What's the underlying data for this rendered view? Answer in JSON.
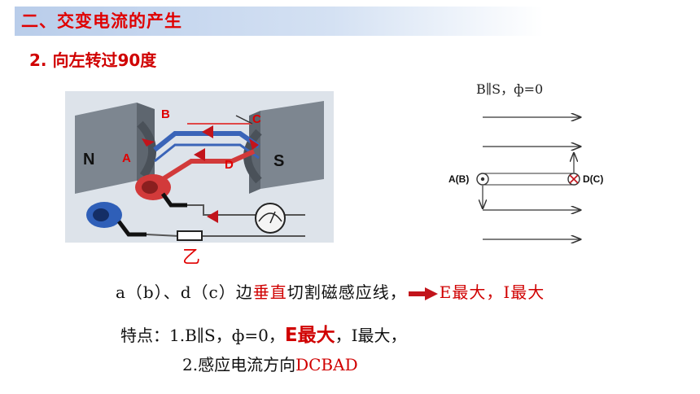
{
  "header": {
    "title": "二、交变电流的产生"
  },
  "section": {
    "subtitle": "2. 向左转过90度"
  },
  "figure": {
    "labels": {
      "B": "B",
      "C": "C",
      "A": "A",
      "D": "D",
      "N": "N",
      "S": "S"
    },
    "caption": "乙"
  },
  "diagram": {
    "top_text": "B∥S，ф=0",
    "left_label": "A(B)",
    "right_label": "D(C)"
  },
  "notes": {
    "line1_a": "a（b）、d（c）边",
    "line1_b": "垂直",
    "line1_c": "切割磁感应线，",
    "line1_d": "E最大，I最大",
    "line2_a": "特点：1.B∥S，ф=0，",
    "line2_b": "E最大",
    "line2_c": "，I最大，",
    "line3_a": "2.感应电流方向",
    "line3_b": "DCBAD"
  },
  "colors": {
    "accent": "#d00000",
    "title_bg": "#c6d6ee"
  }
}
